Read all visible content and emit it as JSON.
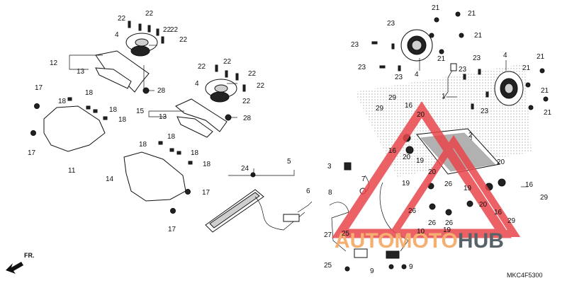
{
  "diagram": {
    "code": "MKC4F5300",
    "direction_label": "FR.",
    "watermark": {
      "part1": "AUTOMOTO",
      "part2": "HUB",
      "color_main": "#f4a259",
      "color_hub": "#3a4750",
      "triangle_color": "#e8464b"
    },
    "callouts": [
      {
        "id": "c1",
        "text": "22"
      },
      {
        "id": "c2",
        "text": "22"
      },
      {
        "id": "c3",
        "text": "22"
      },
      {
        "id": "c4",
        "text": "4"
      },
      {
        "id": "c5",
        "text": "22"
      },
      {
        "id": "c6",
        "text": "22"
      },
      {
        "id": "c7",
        "text": "12"
      },
      {
        "id": "c8",
        "text": "13"
      },
      {
        "id": "c9",
        "text": "28"
      },
      {
        "id": "c10",
        "text": "17"
      },
      {
        "id": "c11",
        "text": "18"
      },
      {
        "id": "c12",
        "text": "18"
      },
      {
        "id": "c13",
        "text": "18"
      },
      {
        "id": "c14",
        "text": "18"
      },
      {
        "id": "c15",
        "text": "17"
      },
      {
        "id": "c16",
        "text": "11"
      },
      {
        "id": "c17",
        "text": "22"
      },
      {
        "id": "c18",
        "text": "22"
      },
      {
        "id": "c19",
        "text": "22"
      },
      {
        "id": "c20",
        "text": "4"
      },
      {
        "id": "c21",
        "text": "22"
      },
      {
        "id": "c22",
        "text": "22"
      },
      {
        "id": "c23",
        "text": "15"
      },
      {
        "id": "c24",
        "text": "13"
      },
      {
        "id": "c25",
        "text": "28"
      },
      {
        "id": "c26",
        "text": "18"
      },
      {
        "id": "c27",
        "text": "18"
      },
      {
        "id": "c28",
        "text": "18"
      },
      {
        "id": "c29",
        "text": "18"
      },
      {
        "id": "c30",
        "text": "14"
      },
      {
        "id": "c31",
        "text": "17"
      },
      {
        "id": "c32",
        "text": "17"
      },
      {
        "id": "c33",
        "text": "24"
      },
      {
        "id": "c34",
        "text": "5"
      },
      {
        "id": "c35",
        "text": "6"
      },
      {
        "id": "c36",
        "text": "3"
      },
      {
        "id": "c37",
        "text": "7"
      },
      {
        "id": "c38",
        "text": "8"
      },
      {
        "id": "c39",
        "text": "27"
      },
      {
        "id": "c40",
        "text": "25"
      },
      {
        "id": "c41",
        "text": "25"
      },
      {
        "id": "c42",
        "text": "9"
      },
      {
        "id": "c43",
        "text": "9"
      },
      {
        "id": "c44",
        "text": "10"
      },
      {
        "id": "c45",
        "text": "21"
      },
      {
        "id": "c46",
        "text": "21"
      },
      {
        "id": "c47",
        "text": "23"
      },
      {
        "id": "c48",
        "text": "21"
      },
      {
        "id": "c49",
        "text": "23"
      },
      {
        "id": "c50",
        "text": "23"
      },
      {
        "id": "c51",
        "text": "23"
      },
      {
        "id": "c52",
        "text": "4"
      },
      {
        "id": "c53",
        "text": "21"
      },
      {
        "id": "c54",
        "text": "23"
      },
      {
        "id": "c55",
        "text": "1"
      },
      {
        "id": "c56",
        "text": "23"
      },
      {
        "id": "c57",
        "text": "4"
      },
      {
        "id": "c58",
        "text": "21"
      },
      {
        "id": "c59",
        "text": "21"
      },
      {
        "id": "c60",
        "text": "21"
      },
      {
        "id": "c61",
        "text": "21"
      },
      {
        "id": "c62",
        "text": "23"
      },
      {
        "id": "c63",
        "text": "29"
      },
      {
        "id": "c64",
        "text": "29"
      },
      {
        "id": "c65",
        "text": "16"
      },
      {
        "id": "c66",
        "text": "20"
      },
      {
        "id": "c67",
        "text": "2"
      },
      {
        "id": "c68",
        "text": "16"
      },
      {
        "id": "c69",
        "text": "20"
      },
      {
        "id": "c70",
        "text": "19"
      },
      {
        "id": "c71",
        "text": "20"
      },
      {
        "id": "c72",
        "text": "19"
      },
      {
        "id": "c73",
        "text": "26"
      },
      {
        "id": "c74",
        "text": "26"
      },
      {
        "id": "c75",
        "text": "19"
      },
      {
        "id": "c76",
        "text": "20"
      },
      {
        "id": "c77",
        "text": "16"
      },
      {
        "id": "c78",
        "text": "29"
      },
      {
        "id": "c79",
        "text": "29"
      },
      {
        "id": "c80",
        "text": "16"
      },
      {
        "id": "c81",
        "text": "26"
      },
      {
        "id": "c82",
        "text": "26"
      },
      {
        "id": "c83",
        "text": "19"
      },
      {
        "id": "c84",
        "text": "20"
      }
    ]
  }
}
